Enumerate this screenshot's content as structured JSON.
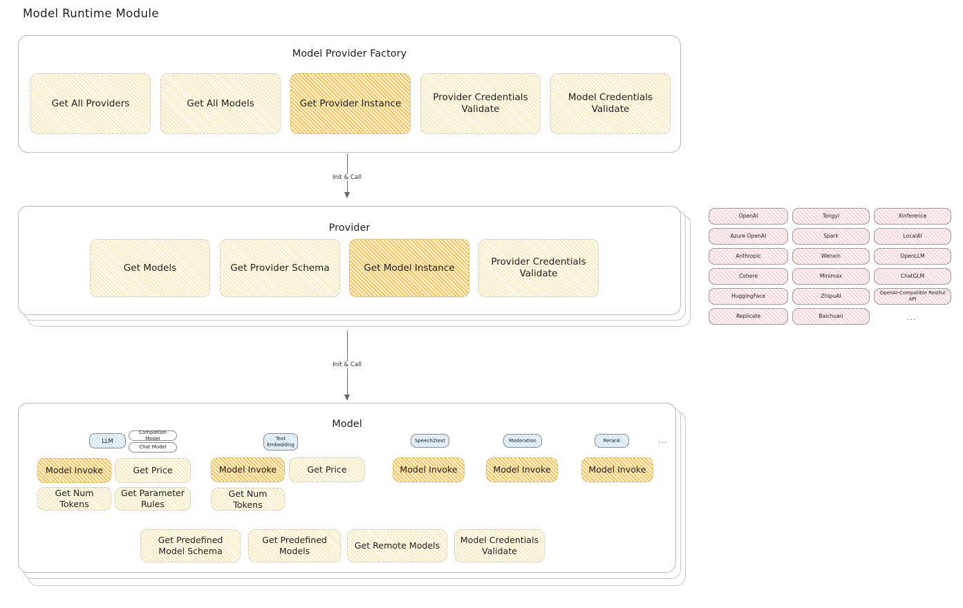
{
  "page": {
    "title": "Model Runtime Module"
  },
  "factory": {
    "title": "Model Provider Factory",
    "items": [
      {
        "label": "Get All Providers",
        "highlight": false
      },
      {
        "label": "Get All Models",
        "highlight": false
      },
      {
        "label": "Get Provider Instance",
        "highlight": true
      },
      {
        "label": "Provider Credentials Validate",
        "highlight": false
      },
      {
        "label": "Model Credentials Validate",
        "highlight": false
      }
    ]
  },
  "arrow1": {
    "label": "Init & Call"
  },
  "provider": {
    "title": "Provider",
    "items": [
      {
        "label": "Get Models",
        "highlight": false
      },
      {
        "label": "Get Provider Schema",
        "highlight": false
      },
      {
        "label": "Get Model Instance",
        "highlight": true
      },
      {
        "label": "Provider Credentials Validate",
        "highlight": false
      }
    ]
  },
  "arrow2": {
    "label": "Init & Call"
  },
  "provider_list": {
    "col1": [
      "OpenAI",
      "Azure OpenAI",
      "Anthropic",
      "Cohere",
      "HuggingFace",
      "Replicate"
    ],
    "col2": [
      "Tongyi",
      "Spark",
      "Wenxin",
      "Minimax",
      "ZhipuAI",
      "Baichuan"
    ],
    "col3": [
      "Xinference",
      "LocalAI",
      "OpenLLM",
      "ChatGLM",
      "OpenAI-Compatible Restful API"
    ],
    "more": "..."
  },
  "model": {
    "title": "Model",
    "more": "...",
    "types": [
      {
        "badge": "LLM",
        "subbadges": [
          "Completion Model",
          "Chat Model"
        ],
        "ops": [
          {
            "label": "Model Invoke",
            "highlight": true
          },
          {
            "label": "Get Price",
            "highlight": false
          },
          {
            "label": "Get Num Tokens",
            "highlight": false
          },
          {
            "label": "Get Parameter Rules",
            "highlight": false
          }
        ]
      },
      {
        "badge": "Text Embedding",
        "subbadges": [],
        "ops": [
          {
            "label": "Model Invoke",
            "highlight": true
          },
          {
            "label": "Get Price",
            "highlight": false
          },
          {
            "label": "Get Num Tokens",
            "highlight": false
          }
        ]
      },
      {
        "badge": "Speech2text",
        "subbadges": [],
        "ops": [
          {
            "label": "Model Invoke",
            "highlight": true
          }
        ]
      },
      {
        "badge": "Moderation",
        "subbadges": [],
        "ops": [
          {
            "label": "Model Invoke",
            "highlight": true
          }
        ]
      },
      {
        "badge": "Rerank",
        "subbadges": [],
        "ops": [
          {
            "label": "Model Invoke",
            "highlight": true
          }
        ]
      }
    ],
    "common_ops": [
      "Get Predefined Model Schema",
      "Get Predefined Models",
      "Get Remote Models",
      "Model Credentials Validate"
    ]
  },
  "colors": {
    "yellow_fill": "#fefaef",
    "yellow_hatch": "#f5cb5c",
    "orange_fill": "#fdeec9",
    "orange_hatch": "#f3b22f",
    "pink_fill": "#fdf1f1",
    "pink_hatch": "#e78e8e",
    "blue_fill": "#e7f2fb",
    "border_grey": "#b8b8b8",
    "text": "#1e1e1e"
  }
}
